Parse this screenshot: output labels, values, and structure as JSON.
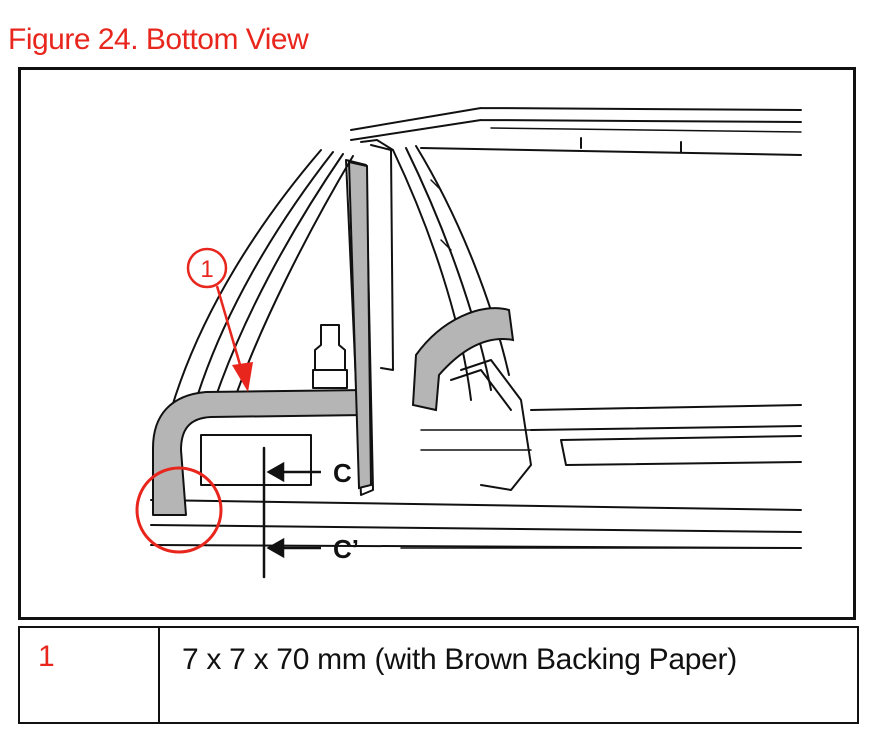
{
  "figure": {
    "title": "Figure 24. Bottom View",
    "callout_number": "1",
    "section_label_top": "C",
    "section_label_bottom": "C’",
    "accent_color": "#e8261d",
    "part_fill_color": "#b5b5b5"
  },
  "legend": {
    "rows": [
      {
        "number": "1",
        "description": "7 x 7 x 70 mm (with Brown Backing Paper)"
      }
    ]
  }
}
